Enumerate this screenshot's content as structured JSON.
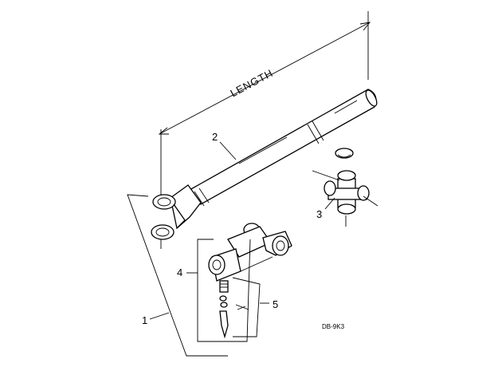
{
  "dimension": {
    "label": "LENGTH"
  },
  "callouts": [
    {
      "number": "1"
    },
    {
      "number": "2"
    },
    {
      "number": "3"
    },
    {
      "number": "4"
    },
    {
      "number": "5"
    }
  ],
  "figure_code": "DB-9K3"
}
